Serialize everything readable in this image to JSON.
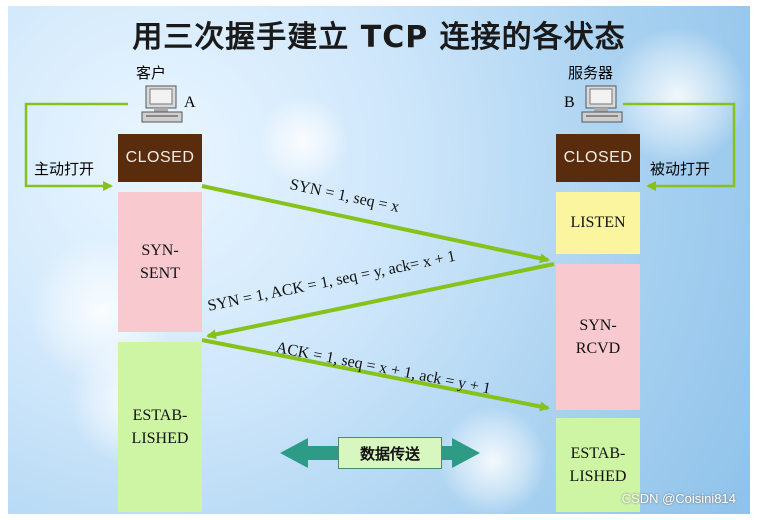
{
  "title": "用三次握手建立 TCP 连接的各状态",
  "client": {
    "label": "客户",
    "letter": "A",
    "action": "主动打开",
    "states": [
      "CLOSED",
      "SYN-",
      "SENT",
      "ESTAB-",
      "LISHED"
    ]
  },
  "server": {
    "label": "服务器",
    "letter": "B",
    "action": "被动打开",
    "states": [
      "CLOSED",
      "LISTEN",
      "SYN-",
      "RCVD",
      "ESTAB-",
      "LISHED"
    ]
  },
  "messages": {
    "m1": "SYN = 1, seq = x",
    "m2": "SYN = 1, ACK = 1, seq = y, ack= x + 1",
    "m3": "ACK = 1, seq = x + 1, ack = y + 1"
  },
  "data_transfer": "数据传送",
  "watermark": "CSDN @Coisini814",
  "colors": {
    "closed": "#5a2c0e",
    "sent_rcvd": "#f8c9cf",
    "established": "#cdf5a3",
    "listen": "#fbf5a0",
    "arrow": "#86c21a",
    "data_arrow": "#2e9b86"
  }
}
